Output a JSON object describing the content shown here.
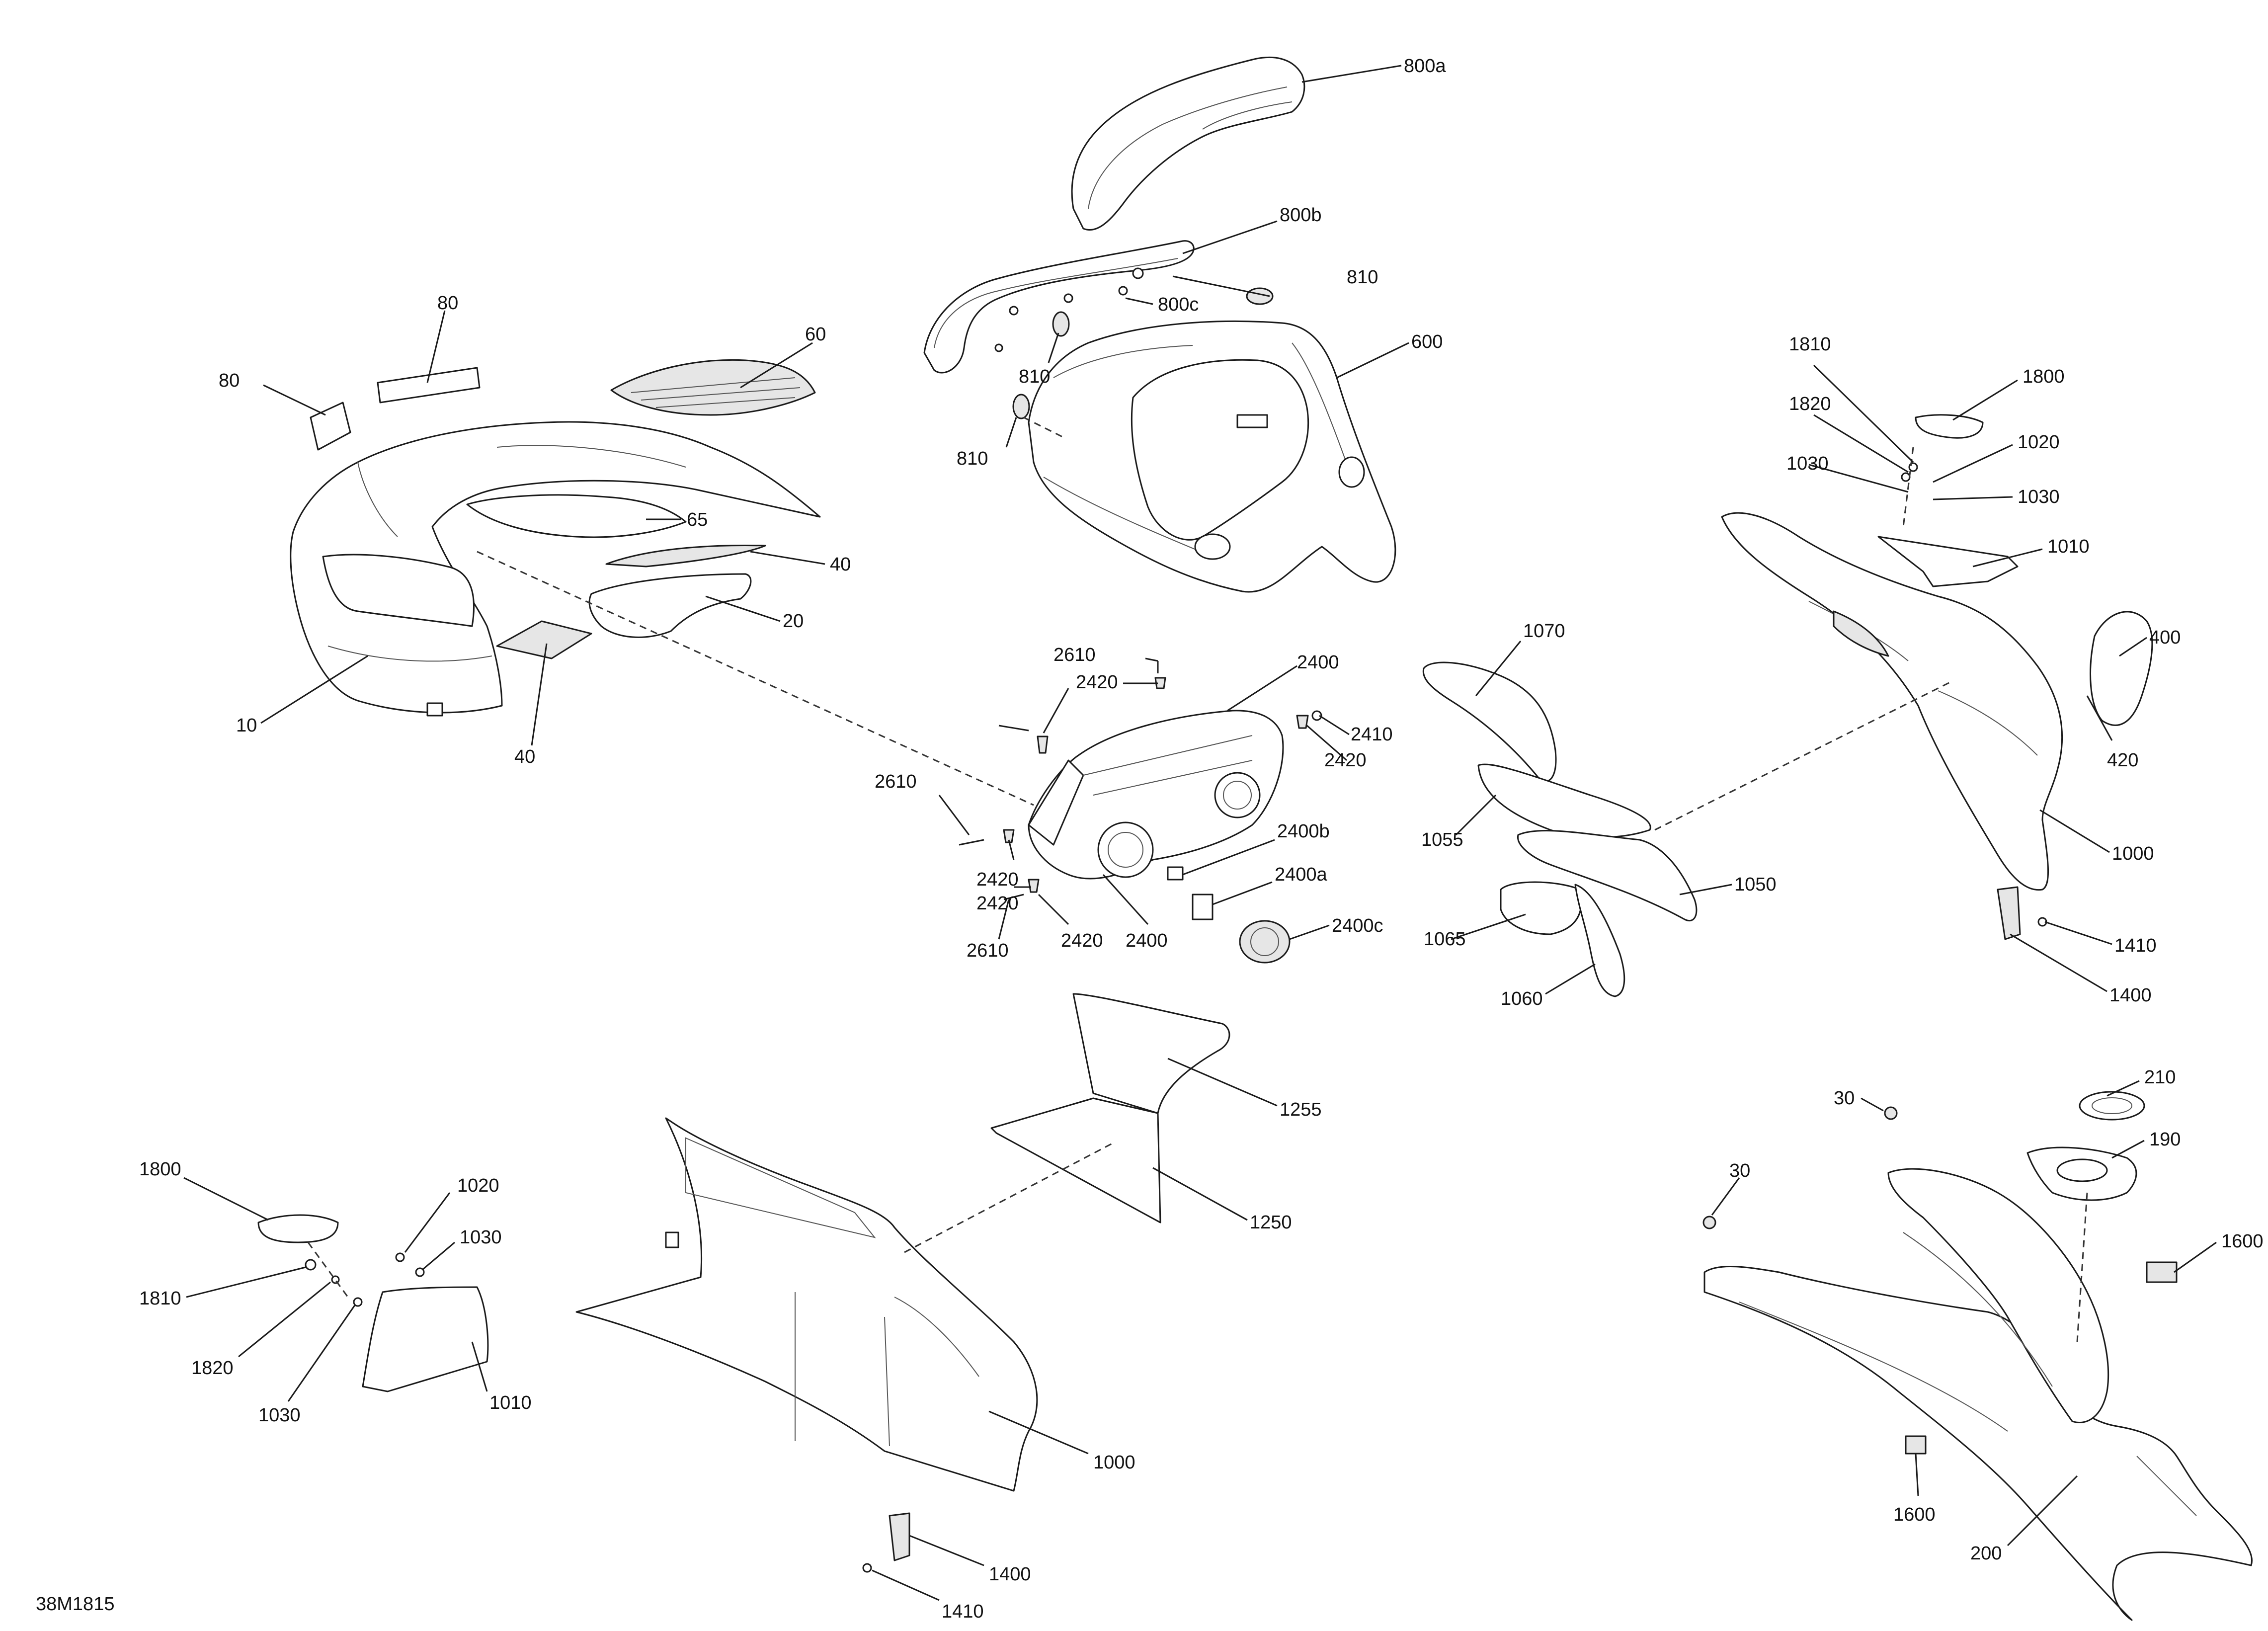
{
  "figure_ref": "38M1815",
  "callouts": {
    "c800a": "800a",
    "c800b": "800b",
    "c800c": "800c",
    "c810a": "810",
    "c810b": "810",
    "c810c": "810",
    "c600": "600",
    "c80a": "80",
    "c80b": "80",
    "c60": "60",
    "c65": "65",
    "c40a": "40",
    "c40b": "40",
    "c20": "20",
    "c10": "10",
    "c2610a": "2610",
    "c2610b": "2610",
    "c2610c": "2610",
    "c2420a": "2420",
    "c2420b": "2420",
    "c2420c": "2420",
    "c2420d": "2420",
    "c2420e": "2420",
    "c2400a": "2400",
    "c2400b": "2400",
    "c2410": "2410",
    "c2400bb": "2400b",
    "c2400aa": "2400a",
    "c2400cc": "2400c",
    "c1070": "1070",
    "c1055": "1055",
    "c1050": "1050",
    "c1065": "1065",
    "c1060": "1060",
    "c1810a": "1810",
    "c1800a": "1800",
    "c1820a": "1820",
    "c1020a": "1020",
    "c1030a": "1030",
    "c1030b": "1030",
    "c1010a": "1010",
    "c400": "400",
    "c420": "420",
    "c1000a": "1000",
    "c1410a": "1410",
    "c1400a": "1400",
    "c1255": "1255",
    "c1250": "1250",
    "c210": "210",
    "c30a": "30",
    "c30b": "30",
    "c190": "190",
    "c1600a": "1600",
    "c1600b": "1600",
    "c200": "200",
    "c1800b": "1800",
    "c1020b": "1020",
    "c1030c": "1030",
    "c1810b": "1810",
    "c1820b": "1820",
    "c1030d": "1030",
    "c1010b": "1010",
    "c1000b": "1000",
    "c1400b": "1400",
    "c1410b": "1410"
  }
}
